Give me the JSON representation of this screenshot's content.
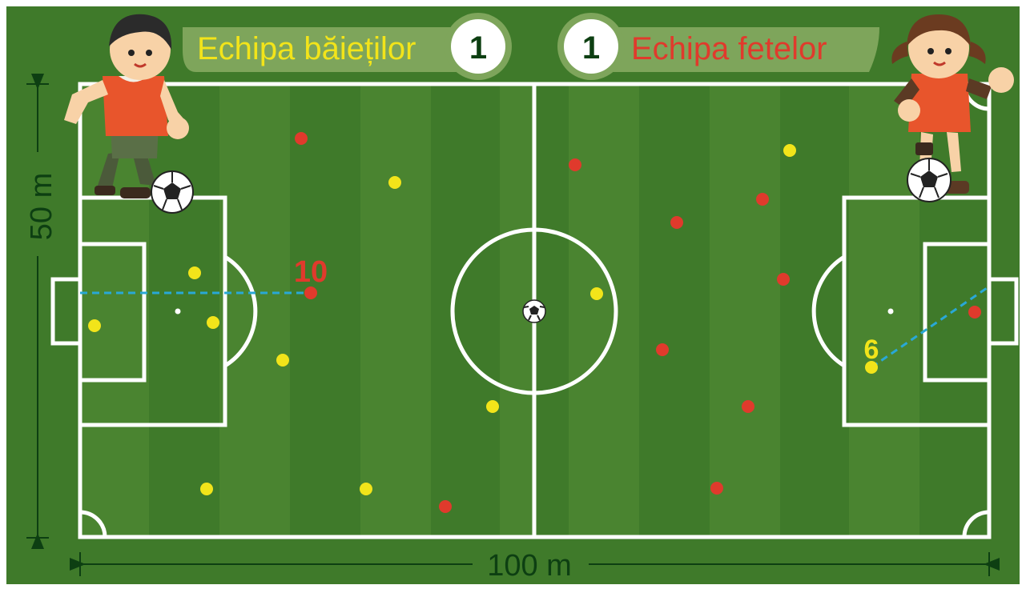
{
  "scoreboard": {
    "boys_team": "Echipa băieților",
    "boys_score": "1",
    "girls_team": "Echipa fetelor",
    "girls_score": "1"
  },
  "dimensions": {
    "length_label": "100 m",
    "width_label": "50 m"
  },
  "players": {
    "highlighted_red_number": "10",
    "highlighted_yellow_number": "6"
  },
  "colors": {
    "grass_dark": "#3f7a2a",
    "grass_light": "#4f8b34",
    "lines": "#ffffff",
    "boys_team": "#f2e41a",
    "girls_team": "#e03a2c",
    "pass_line": "#29a8d6",
    "dimension_arrows": "#0d3f12",
    "score_bg": "#7ea55b"
  }
}
